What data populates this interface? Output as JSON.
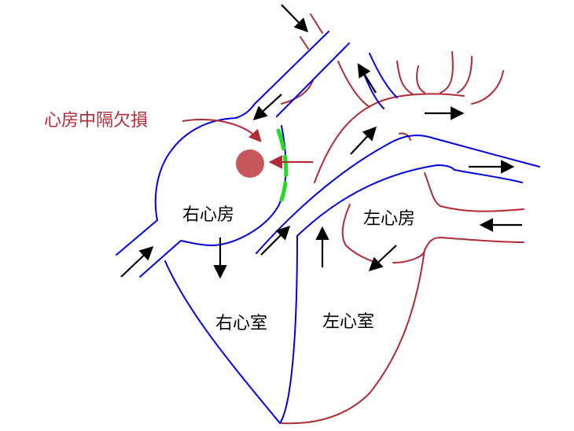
{
  "labels": {
    "defect": "心房中隔欠損",
    "right_atrium": "右心房",
    "right_ventricle": "右心室",
    "left_atrium": "左心房",
    "left_ventricle": "左心室"
  },
  "colors": {
    "venous_outline": "#0000dd",
    "arterial_outline": "#b22a35",
    "septal_defect": "#22dd22",
    "defect_dot": "#c8575c",
    "callout_text": "#b22a35",
    "flow_arrow": "#000000"
  }
}
